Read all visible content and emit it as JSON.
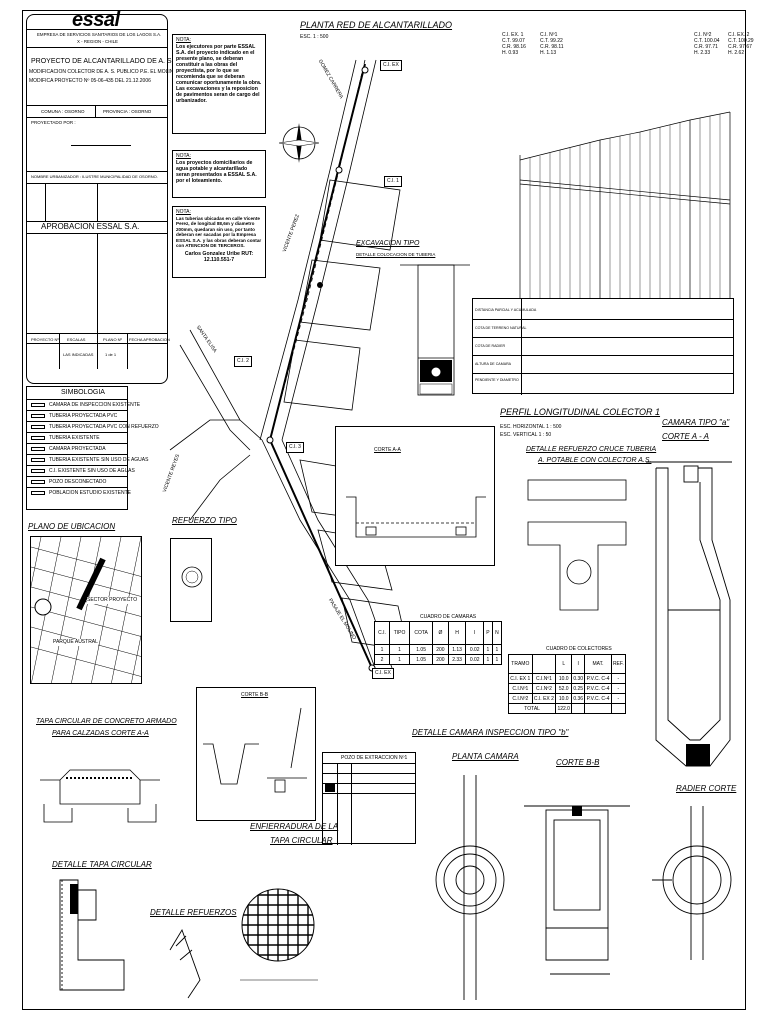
{
  "title_block": {
    "logo": "essal",
    "company_line1": "EMPRESA DE SERVICIOS SANITARIOS DE LOS LAGOS S.A.",
    "company_line2": "X - REGION - CHILE",
    "project_title": "PROYECTO DE ALCANTARILLADO DE A. S.",
    "project_sub1": "MODIFICACION COLECTOR DE A. S. PUBLICO P.E. EL MOLINO",
    "project_sub2": "MODIFICA PROYECTO Nº 05-06-435 DEL 21.12.2006",
    "comuna_label": "COMUNA : OSORNO",
    "provincia_label": "PROVINCIA : OSORNO",
    "proyectado_label": "PROYECTADO POR :",
    "owner_label": "NOMBRE URBANIZADOR : ILUSTRE MUNICIPALIDAD DE OSORNO.",
    "approval": "APROBACION ESSAL S.A.",
    "footer_cols": [
      "PROYECTO Nº",
      "ESCALAS",
      "PLANO Nº",
      "FECHA APROBACION"
    ],
    "footer_vals": [
      "",
      "LAS INDICADAS",
      "1 de 1",
      ""
    ]
  },
  "simbologia": {
    "title": "SIMBOLOGIA",
    "items": [
      "CAMARA DE INSPECCION EXISTENTE",
      "TUBERIA PROYECTADA PVC",
      "TUBERIA PROYECTADA PVC CON REFUERZO",
      "TUBERIA EXISTENTE",
      "CAMARA PROYECTADA",
      "TUBERIA EXISTENTE SIN USO DE AGUAS",
      "C.I. EXISTENTE SIN USO DE AGUAS",
      "POZO DESCONECTADO",
      "POBLACION ESTUDIO EXISTENTE"
    ]
  },
  "notes": [
    {
      "label": "NOTA:",
      "text": "Los ejecutores por parte ESSAL S.A. del proyecto indicado en el presente plano, se deberan constituir a las obras del proyectista, por lo que se recomienda que se deberan comunicar oportunamente la obra. Las excavaciones y la reposicion de pavimentos seran de cargo del urbanizador."
    },
    {
      "label": "NOTA:",
      "text": "Los proyectos domiciliarios de agua potable y alcantarillado seran presentados a ESSAL S.A. por el loteamiento."
    },
    {
      "label": "NOTA:",
      "text": "Las tuberias ubicadas en calle Vicente Perez, de longitud 88,6m y diametro 200mm, quedaran sin uso, por tanto deberan ser sacadas por la Empresa ESSAL S.A. y las obras deberan contar con ATENCION DE TERCEROS."
    },
    {
      "label": "",
      "text": "Carlos Gonzalez Uribe  RUT: 12.110.551-7"
    }
  ],
  "plan": {
    "title": "PLANTA RED DE ALCANTARILLADO",
    "scale": "ESC. 1 : 500",
    "streets": [
      "GOMEZ CARRERA",
      "VICENTE PEREZ",
      "SANTA ELISA",
      "VICENTE REYES",
      "PASAJE EL MOLINO"
    ],
    "tags": [
      "C.I. EX",
      "C.I. EX",
      "C.I. 1",
      "C.I. 2",
      "C.I. 3"
    ]
  },
  "profile": {
    "title": "PERFIL LONGITUDINAL COLECTOR 1",
    "scale_h": "ESC. HORIZONTAL 1 : 500",
    "scale_v": "ESC. VERTICAL 1 : 50",
    "readouts": [
      {
        "ci": "C.I. EX. 1",
        "ct": "C.T. 99.07",
        "cr": "C.R. 98.16",
        "h": "H. 0.93"
      },
      {
        "ci": "C.I. Nº1",
        "ct": "C.T. 99.22",
        "cr": "C.R. 98.11",
        "h": "H. 1.13"
      },
      {
        "ci": "C.I. Nº2",
        "ct": "C.T. 100.04",
        "cr": "C.R. 97.71",
        "h": "H. 2.33"
      },
      {
        "ci": "C.I. EX. 2",
        "ct": "C.T. 100.29",
        "cr": "C.R. 97.67",
        "h": "H. 2.62"
      }
    ],
    "table_rows": [
      "DISTANCIA PARCIAL Y ACUMULADA",
      "COTA DE TERRENO NATURAL",
      "COTA DE RADIER",
      "ALTURA DE CAMARA",
      "PENDIENTE Y DIAMETRO"
    ]
  },
  "excavacion": {
    "title": "EXCAVACION TIPO",
    "sub": "DETALLE COLOCACION DE TUBERIA"
  },
  "refuerzo": {
    "title": "REFUERZO TIPO"
  },
  "ubicacion": {
    "title": "PLANO DE UBICACION",
    "label1": "PARQUE AUSTRAL",
    "label2": "SECTOR PROYECTO"
  },
  "corte_aa": {
    "title": "CORTE A-A"
  },
  "detalle_refuerzo": {
    "title": "DETALLE REFUERZO CRUCE TUBERIA",
    "sub": "A. POTABLE CON COLECTOR A.S."
  },
  "camara_tipo_a": {
    "title": "CAMARA TIPO \"a\"",
    "sub": "CORTE  A - A"
  },
  "cuadro_camaras": {
    "title": "CUADRO DE CAMARAS",
    "rows": [
      [
        "1",
        "1",
        "1.05",
        "200",
        "1.13",
        "0.02",
        "1",
        "1"
      ],
      [
        "2",
        "1",
        "1.05",
        "200",
        "2.33",
        "0.02",
        "1",
        "1"
      ]
    ]
  },
  "cuadro_colectores": {
    "title": "CUADRO DE COLECTORES",
    "rows": [
      [
        "C.I. EX 1",
        "C.I.Nº1",
        "10.0",
        "0.30",
        "P.V.C. C-4",
        "-"
      ],
      [
        "C.I.Nº1",
        "C.I.Nº2",
        "52.0",
        "0.25",
        "P.V.C. C-4",
        "-"
      ],
      [
        "C.I.Nº2",
        "C.I. EX 2",
        "10.0",
        "0.36",
        "P.V.C. C-4",
        "-"
      ]
    ],
    "total": "TOTAL",
    "total_val": "122.0"
  },
  "tapa": {
    "title": "TAPA CIRCULAR DE CONCRETO ARMADO",
    "sub": "PARA CALZADAS CORTE A-A"
  },
  "corte_bb": {
    "title": "CORTE B-B"
  },
  "pozo": {
    "title": "POZO DE EXTRACCION Nº1"
  },
  "enfierradura": {
    "title": "ENFIERRADURA DE LA",
    "sub": "TAPA CIRCULAR"
  },
  "detalle_camara_b": {
    "title": "DETALLE CAMARA INSPECCION TIPO \"b\""
  },
  "planta_camara": {
    "title": "PLANTA CAMARA"
  },
  "corte_bb2": {
    "title": "CORTE B-B"
  },
  "radier": {
    "title": "RADIER CORTE"
  },
  "detalle_tapa": {
    "title": "DETALLE TAPA CIRCULAR"
  },
  "detalle_refuerzos": {
    "title": "DETALLE REFUERZOS"
  }
}
